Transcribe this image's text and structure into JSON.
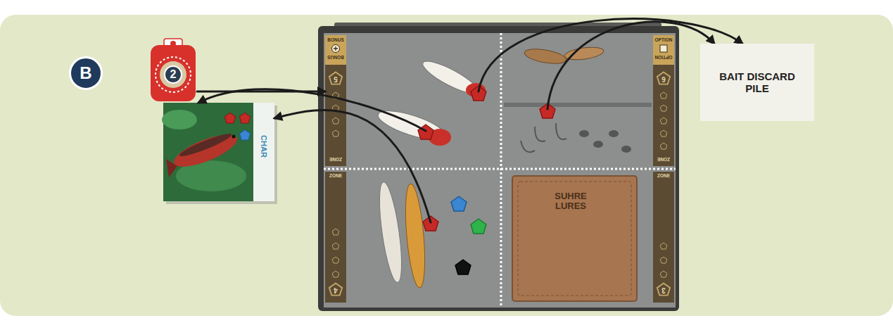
{
  "diagram": {
    "nodes": [
      {
        "text": [
          "B"
        ]
      },
      {
        "text": [
          "2"
        ]
      },
      {
        "text": [
          "BONUS",
          "BONUS",
          "5",
          "ZONE"
        ]
      },
      {
        "text": [
          "OPTION",
          "OPTION",
          "6",
          "ZONE"
        ]
      },
      {
        "text": [
          "ZONE",
          "4"
        ]
      },
      {
        "text": [
          "ZONE",
          "3",
          "SUHRE LURES"
        ]
      },
      {
        "text": [
          "CHAR"
        ]
      },
      {
        "text": [
          "BAIT DISCARD PILE"
        ]
      }
    ],
    "edges": [
      {
        "from": 1,
        "to": 2,
        "arrow": "to"
      },
      {
        "from": 2,
        "to": 7,
        "arrow": "to"
      },
      {
        "from": 3,
        "to": 7,
        "arrow": "to"
      },
      {
        "from": 2,
        "to": 6,
        "arrow": "to"
      },
      {
        "from": 4,
        "to": 6,
        "arrow": "to"
      }
    ]
  }
}
